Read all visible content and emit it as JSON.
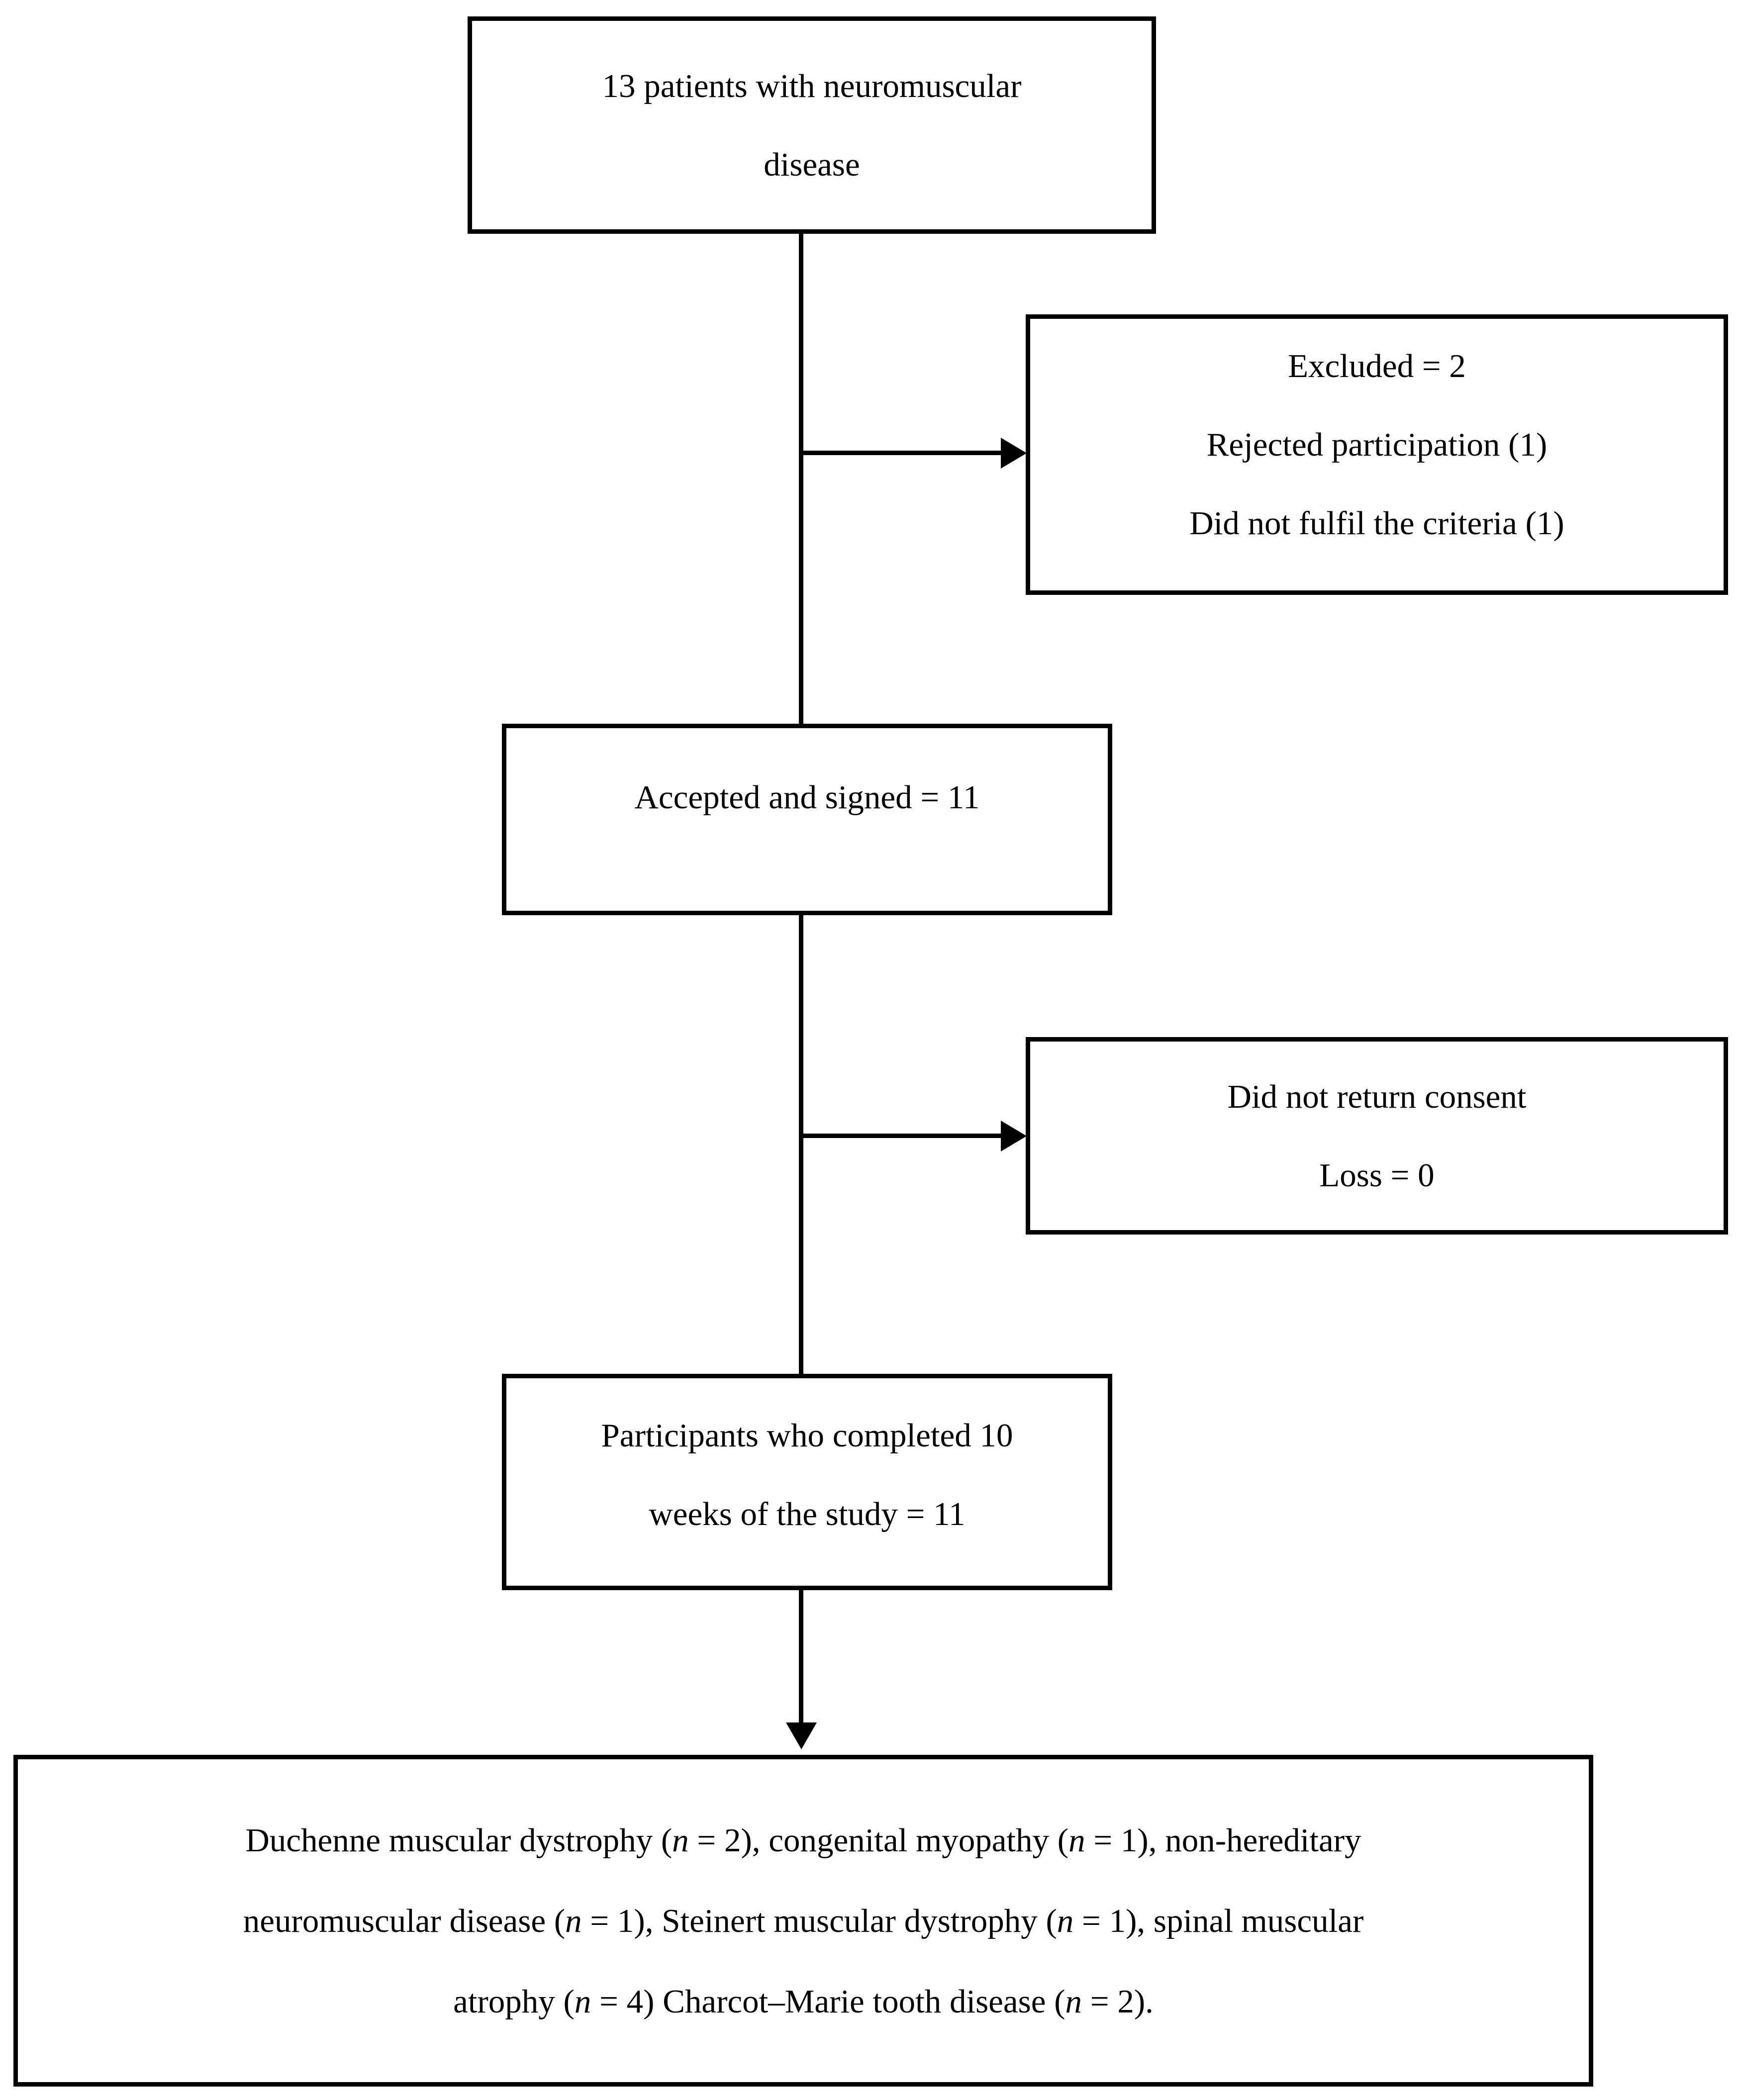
{
  "figure": {
    "background_color": "#ffffff",
    "line_color": "#000000",
    "text_color": "#000000",
    "boxes": {
      "enrollment": {
        "lines": [
          "13 patients with neuromuscular",
          "disease"
        ]
      },
      "excluded": {
        "lines": [
          "Excluded = 2",
          "Rejected participation (1)",
          "Did not fulfil the criteria (1)"
        ]
      },
      "accepted": {
        "lines": [
          "Accepted and signed = 11"
        ]
      },
      "consent_loss": {
        "lines": [
          "Did not return consent",
          "Loss = 0"
        ]
      },
      "completed": {
        "lines": [
          "Participants who completed 10",
          "weeks of the study = 11"
        ]
      },
      "diagnoses": {
        "rich_lines": [
          [
            {
              "t": "Duchenne muscular dystrophy ("
            },
            {
              "t": "n",
              "i": true
            },
            {
              "t": " = 2), congenital myopathy ("
            },
            {
              "t": "n",
              "i": true
            },
            {
              "t": " = 1), non-hereditary"
            }
          ],
          [
            {
              "t": "neuromuscular disease ("
            },
            {
              "t": "n",
              "i": true
            },
            {
              "t": " = 1), Steinert muscular dystrophy ("
            },
            {
              "t": "n",
              "i": true
            },
            {
              "t": " = 1), spinal muscular"
            }
          ],
          [
            {
              "t": "atrophy ("
            },
            {
              "t": "n",
              "i": true
            },
            {
              "t": " = 4) Charcot–Marie tooth disease ("
            },
            {
              "t": "n",
              "i": true
            },
            {
              "t": " = 2)."
            }
          ]
        ]
      }
    }
  }
}
